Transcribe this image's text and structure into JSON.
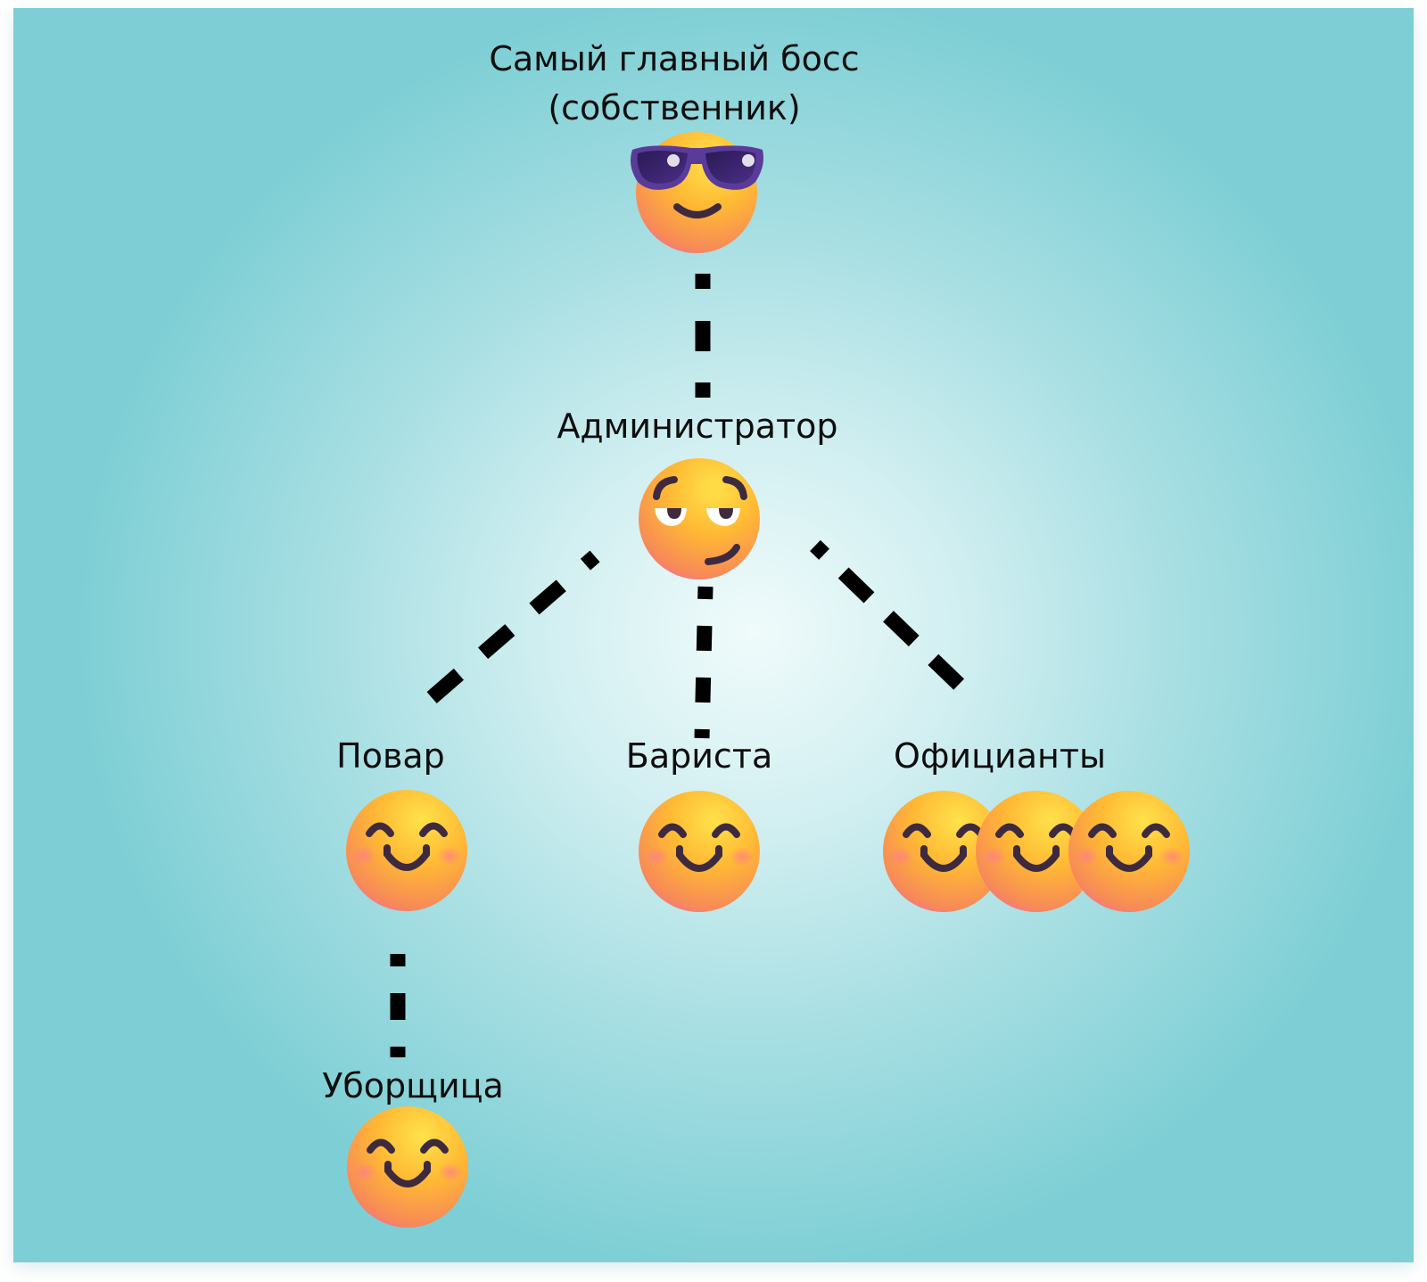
{
  "diagram": {
    "type": "org-chart",
    "nodes": [
      {
        "id": "owner",
        "label_line1": "Самый главный босс",
        "label_line2": "(собственник)",
        "emoji": "smiling-face-with-sunglasses",
        "count": 1
      },
      {
        "id": "admin",
        "label": "Администратор",
        "emoji": "smirking-face",
        "count": 1
      },
      {
        "id": "cook",
        "label": "Повар",
        "emoji": "smiling-face-with-smiling-eyes",
        "count": 1
      },
      {
        "id": "barista",
        "label": "Бариста",
        "emoji": "smiling-face-with-smiling-eyes",
        "count": 1
      },
      {
        "id": "waiters",
        "label": "Официанты",
        "emoji": "smiling-face-with-smiling-eyes",
        "count": 3
      },
      {
        "id": "cleaner",
        "label": "Уборщица",
        "emoji": "smiling-face-with-smiling-eyes",
        "count": 1
      }
    ],
    "edges": [
      {
        "from": "owner",
        "to": "admin",
        "style": "dashed"
      },
      {
        "from": "admin",
        "to": "cook",
        "style": "dashed"
      },
      {
        "from": "admin",
        "to": "barista",
        "style": "dashed"
      },
      {
        "from": "admin",
        "to": "waiters",
        "style": "dashed"
      },
      {
        "from": "cook",
        "to": "cleaner",
        "style": "dashed"
      }
    ]
  },
  "colors": {
    "background_edge": "#7dcfd5",
    "background_center": "#f0fbfb",
    "connector": "#000000",
    "text": "#0e0e0e",
    "emoji_face_top": "#ffd23f",
    "emoji_face_bottom": "#f5845c",
    "emoji_features": "#3d2a3f",
    "sunglasses": "#4a2f86"
  }
}
